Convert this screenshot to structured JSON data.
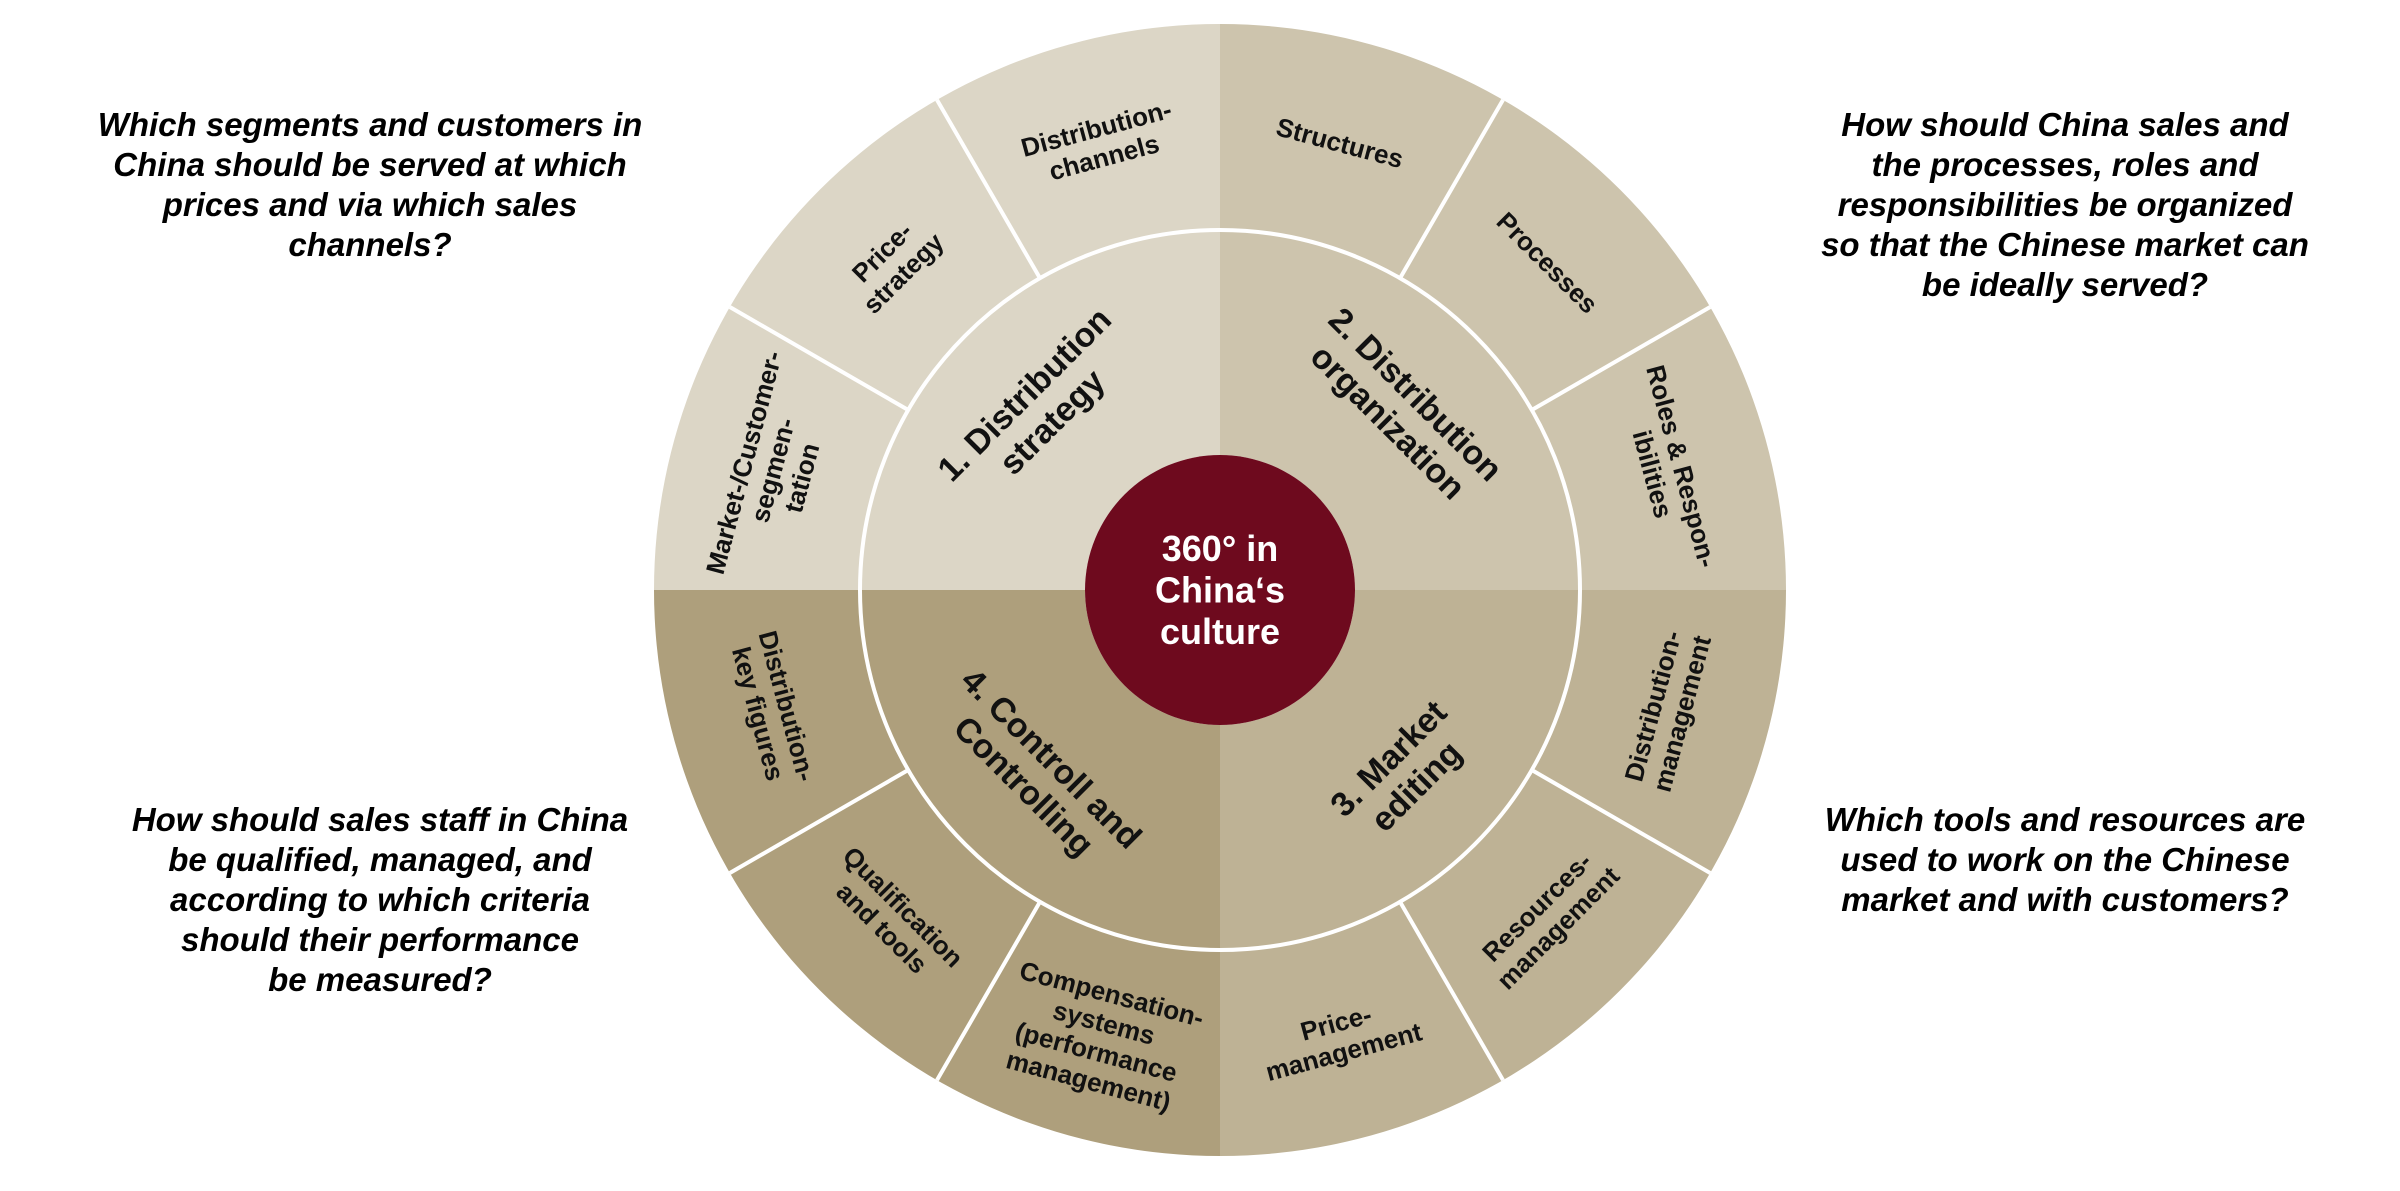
{
  "colors": {
    "q1_inner": "#dcd6c6",
    "q1_outer": "#dcd6c6",
    "q2_inner": "#cdc4ad",
    "q2_outer": "#cdc4ad",
    "q3_inner": "#beb295",
    "q3_outer": "#beb295",
    "q4_inner": "#ae9f7c",
    "q4_outer": "#ae9f7c",
    "center": "#6e0a1e",
    "lines": "#ffffff"
  },
  "center_label": [
    "360° in",
    "China‘s",
    "culture"
  ],
  "quadrants": [
    {
      "label": [
        "1. Distribution",
        "strategy"
      ],
      "segments": [
        [
          "Market-/Customer-",
          "segmen-",
          "tation"
        ],
        [
          "Price-",
          "strategy"
        ],
        [
          "Distribution-",
          "channels"
        ]
      ]
    },
    {
      "label": [
        "2. Distribution",
        "organization"
      ],
      "segments": [
        [
          "Structures"
        ],
        [
          "Processes"
        ],
        [
          "Roles & Respon-",
          "ibilities"
        ]
      ]
    },
    {
      "label": [
        "3. Market",
        "editing"
      ],
      "segments": [
        [
          "Distribution-",
          "management"
        ],
        [
          "Resources-",
          "management"
        ],
        [
          "Price-",
          "management"
        ]
      ]
    },
    {
      "label": [
        "4. Controll and",
        "Controlling"
      ],
      "segments": [
        [
          "Compensation-",
          "systems",
          "(performance",
          "management)"
        ],
        [
          "Qualification",
          "and tools"
        ],
        [
          "Distribution-",
          "key figures"
        ]
      ]
    }
  ],
  "questions": {
    "top_left": "Which segments and customers in\nChina should be served at which\nprices and via which sales\nchannels?",
    "top_right": "How should China sales and\nthe processes, roles and\nresponsibilities be organized\nso that the Chinese market can\nbe ideally served?",
    "bottom_left": "How should sales staff in China\nbe qualified, managed, and\naccording to which criteria\nshould their performance\nbe measured?",
    "bottom_right": "Which tools and resources are\nused to work on the Chinese\nmarket and with customers?"
  }
}
